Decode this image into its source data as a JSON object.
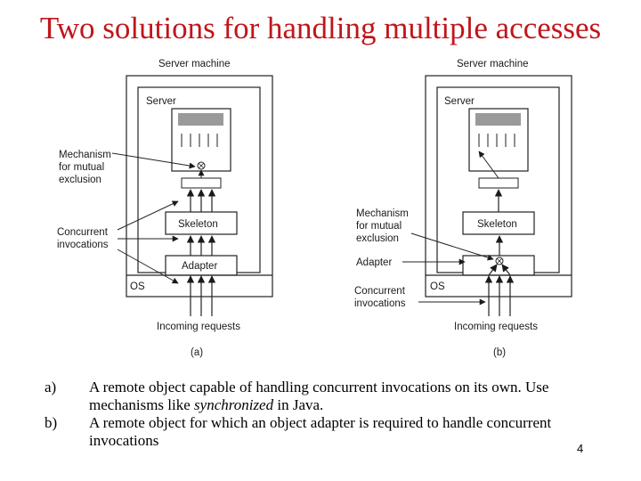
{
  "slide": {
    "title": "Two solutions for handling multiple accesses",
    "page_number": "4"
  },
  "diagram_a": {
    "server_machine": "Server machine",
    "server": "Server",
    "mechanism_lines": [
      "Mechanism",
      "for mutual",
      "exclusion"
    ],
    "concurrent_lines": [
      "Concurrent",
      "invocations"
    ],
    "skeleton": "Skeleton",
    "adapter": "Adapter",
    "os": "OS",
    "incoming": "Incoming requests",
    "caption": "(a)"
  },
  "diagram_b": {
    "server_machine": "Server machine",
    "server": "Server",
    "mechanism_lines": [
      "Mechanism",
      "for mutual",
      "exclusion"
    ],
    "adapter_label": "Adapter",
    "concurrent_lines": [
      "Concurrent",
      "invocations"
    ],
    "skeleton": "Skeleton",
    "os": "OS",
    "incoming": "Incoming requests",
    "caption": "(b)"
  },
  "list": {
    "items": [
      {
        "marker": "a)",
        "pre": "A remote object capable of handling concurrent invocations on its own. Use mechanisms like ",
        "emphasis": "synchronized",
        "post": " in Java."
      },
      {
        "marker": "b)",
        "pre": "A remote object for which an object adapter is required to handle concurrent invocations",
        "emphasis": "",
        "post": ""
      }
    ]
  }
}
